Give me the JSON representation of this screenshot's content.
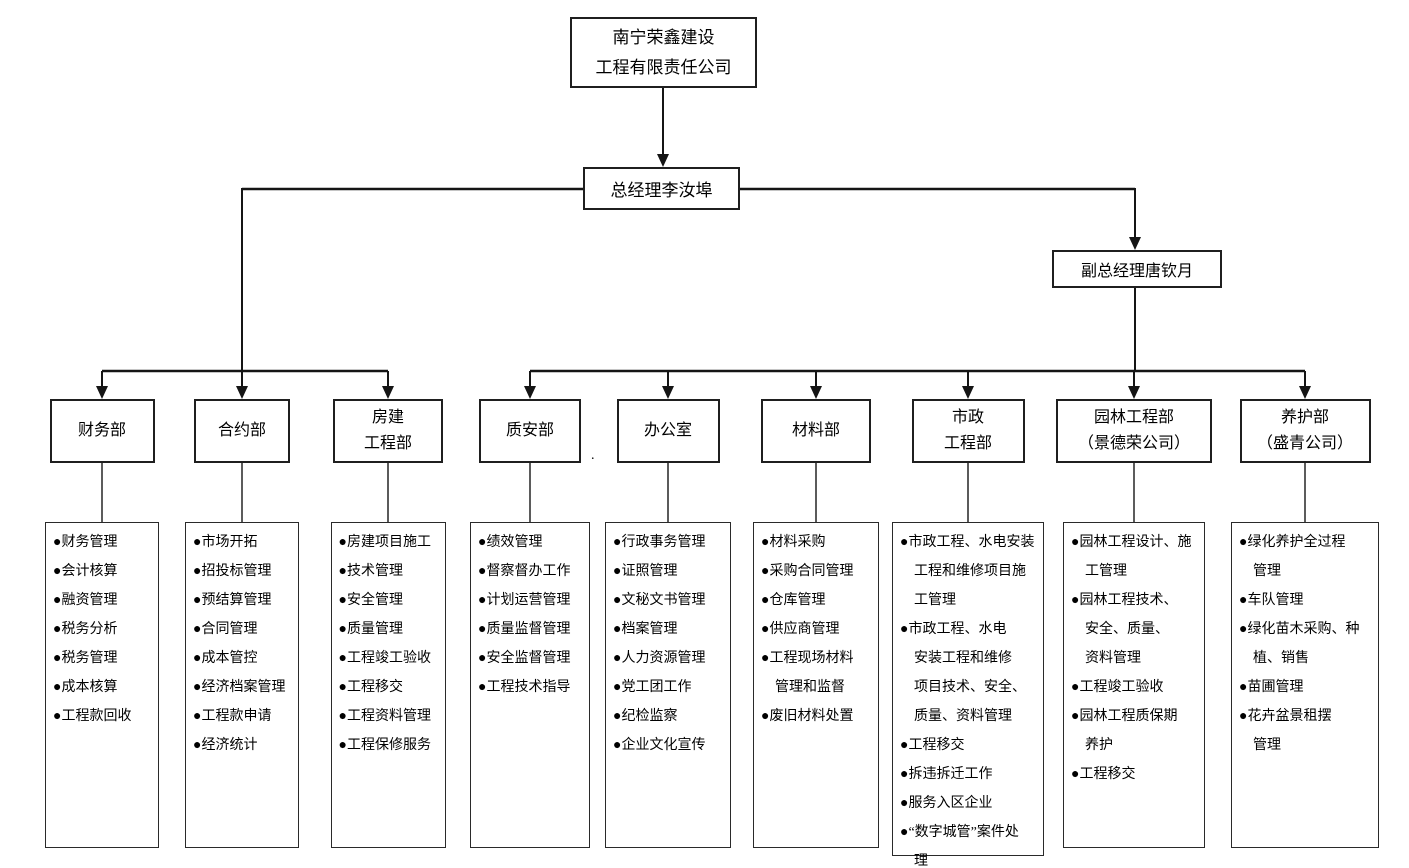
{
  "bullet": "●",
  "company": {
    "line1": "南宁荣鑫建设",
    "line2": "工程有限责任公司"
  },
  "general_manager": "总经理李汝埠",
  "deputy_general_manager": "副总经理唐钦月",
  "stray_mark": ".",
  "departments": [
    {
      "name_lines": [
        "财务部"
      ],
      "items": [
        [
          "财务管理"
        ],
        [
          "会计核算"
        ],
        [
          "融资管理"
        ],
        [
          "税务分析"
        ],
        [
          "税务管理"
        ],
        [
          "成本核算"
        ],
        [
          "工程款回收"
        ]
      ]
    },
    {
      "name_lines": [
        "合约部"
      ],
      "items": [
        [
          "市场开拓"
        ],
        [
          "招投标管理"
        ],
        [
          "预结算管理"
        ],
        [
          "合同管理"
        ],
        [
          "成本管控"
        ],
        [
          "经济档案管理"
        ],
        [
          "工程款申请"
        ],
        [
          "经济统计"
        ]
      ]
    },
    {
      "name_lines": [
        "房建",
        "工程部"
      ],
      "items": [
        [
          "房建项目施工"
        ],
        [
          "技术管理"
        ],
        [
          "安全管理"
        ],
        [
          "质量管理"
        ],
        [
          "工程竣工验收"
        ],
        [
          "工程移交"
        ],
        [
          "工程资料管理"
        ],
        [
          "工程保修服务"
        ]
      ]
    },
    {
      "name_lines": [
        "质安部"
      ],
      "items": [
        [
          "绩效管理"
        ],
        [
          "督察督办工作"
        ],
        [
          "计划运营管理"
        ],
        [
          "质量监督管理"
        ],
        [
          "安全监督管理"
        ],
        [
          "工程技术指导"
        ]
      ]
    },
    {
      "name_lines": [
        "办公室"
      ],
      "items": [
        [
          "行政事务管理"
        ],
        [
          "证照管理"
        ],
        [
          "文秘文书管理"
        ],
        [
          "档案管理"
        ],
        [
          "人力资源管理"
        ],
        [
          "党工团工作"
        ],
        [
          "纪检监察"
        ],
        [
          "企业文化宣传"
        ]
      ]
    },
    {
      "name_lines": [
        "材料部"
      ],
      "items": [
        [
          "材料采购"
        ],
        [
          "采购合同管理"
        ],
        [
          "仓库管理"
        ],
        [
          "供应商管理"
        ],
        [
          "工程现场材料",
          "管理和监督"
        ],
        [
          "废旧材料处置"
        ]
      ]
    },
    {
      "name_lines": [
        "市政",
        "工程部"
      ],
      "items": [
        [
          "市政工程、水电安装",
          "工程和维修项目施",
          "工管理"
        ],
        [
          "市政工程、水电",
          "安装工程和维修",
          "项目技术、安全、",
          "质量、资料管理"
        ],
        [
          "工程移交"
        ],
        [
          "拆违拆迁工作"
        ],
        [
          "服务入区企业"
        ],
        [
          "“数字城管”案件处",
          "理"
        ]
      ]
    },
    {
      "name_lines": [
        "园林工程部",
        "（景德荣公司）"
      ],
      "items": [
        [
          "园林工程设计、施",
          "工管理"
        ],
        [
          "园林工程技术、",
          "安全、质量、",
          "资料管理"
        ],
        [
          "工程竣工验收"
        ],
        [
          "园林工程质保期",
          "养护"
        ],
        [
          "工程移交"
        ]
      ]
    },
    {
      "name_lines": [
        "养护部",
        "（盛青公司）"
      ],
      "items": [
        [
          "绿化养护全过程",
          "管理"
        ],
        [
          "车队管理"
        ],
        [
          "绿化苗木采购、种",
          "植、销售"
        ],
        [
          "苗圃管理"
        ],
        [
          "花卉盆景租摆",
          "管理"
        ]
      ]
    }
  ]
}
